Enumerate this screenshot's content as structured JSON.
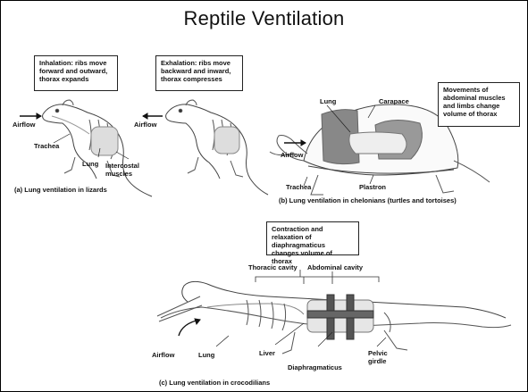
{
  "title": "Reptile Ventilation",
  "panel_a": {
    "inhalation_box": "Inhalation: ribs move forward and outward, thorax expands",
    "exhalation_box": "Exhalation: ribs move backward and inward, thorax compresses",
    "airflow_left": "Airflow",
    "airflow_right": "Airflow",
    "trachea": "Trachea",
    "lung": "Lung",
    "intercostal": "Intercostal muscles",
    "caption": "(a) Lung ventilation in lizards"
  },
  "panel_b": {
    "lung": "Lung",
    "carapace": "Carapace",
    "movements_box": "Movements of abdominal muscles and limbs change volume of thorax",
    "airflow": "Airflow",
    "trachea": "Trachea",
    "plastron": "Plastron",
    "caption": "(b) Lung ventilation in chelonians (turtles and tortoises)"
  },
  "panel_c": {
    "contraction_box": "Contraction and relaxation of diaphragmaticus changes volume of thorax",
    "thoracic_cavity": "Thoracic cavity",
    "abdominal_cavity": "Abdominal cavity",
    "airflow": "Airflow",
    "lung": "Lung",
    "liver": "Liver",
    "diaphragmaticus": "Diaphragmaticus",
    "pelvic_girdle": "Pelvic girdle",
    "caption": "(c) Lung ventilation in crocodilians"
  }
}
